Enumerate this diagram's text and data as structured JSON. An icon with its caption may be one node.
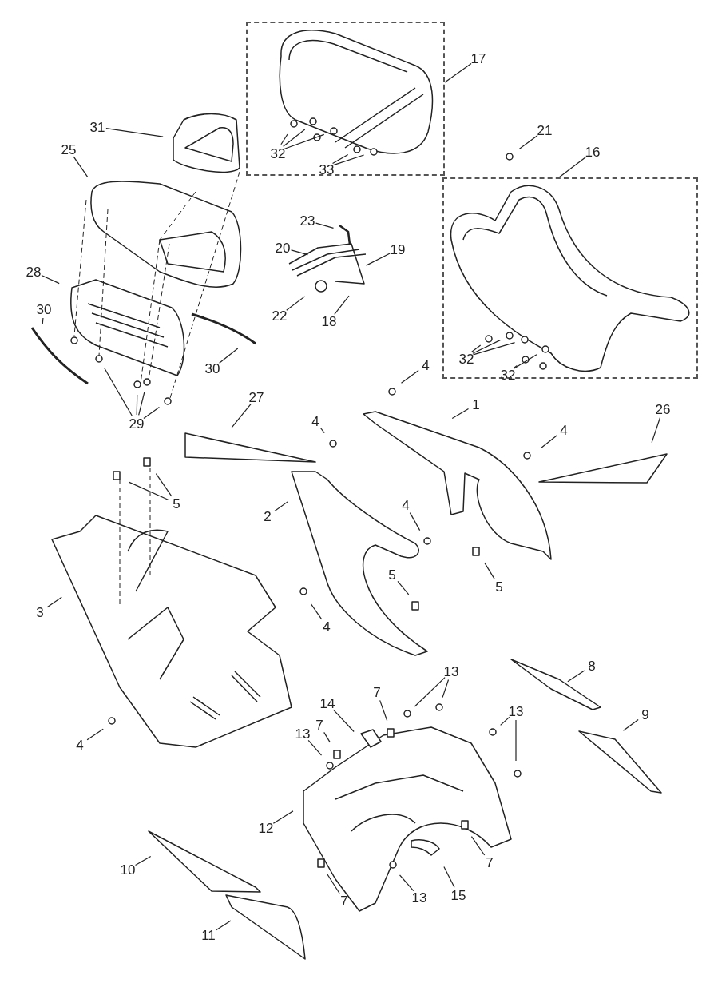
{
  "diagram": {
    "nodes": [
      {
        "text": [],
        "shape": "box"
      },
      {
        "text": [
          "17"
        ]
      },
      {
        "text": [
          "31"
        ]
      },
      {
        "text": [
          "32"
        ],
        "in": 0
      },
      {
        "text": [
          "33"
        ],
        "in": 0
      },
      {
        "text": [
          "21"
        ]
      },
      {
        "text": [
          "25"
        ]
      },
      {
        "text": [
          "16"
        ]
      },
      {
        "text": [],
        "shape": "box"
      },
      {
        "text": [
          "23"
        ]
      },
      {
        "text": [
          "20"
        ]
      },
      {
        "text": [
          "19"
        ]
      },
      {
        "text": [
          "28"
        ]
      },
      {
        "text": [
          "22"
        ]
      },
      {
        "text": [
          "18"
        ]
      },
      {
        "text": [
          "30"
        ]
      },
      {
        "text": [
          "32"
        ],
        "in": 8
      },
      {
        "text": [
          "32"
        ],
        "in": 8
      },
      {
        "text": [
          "30"
        ]
      },
      {
        "text": [
          "4"
        ]
      },
      {
        "text": [
          "29"
        ]
      },
      {
        "text": [
          "27"
        ]
      },
      {
        "text": [
          "1"
        ]
      },
      {
        "text": [
          "26"
        ]
      },
      {
        "text": [
          "4"
        ]
      },
      {
        "text": [
          "4"
        ]
      },
      {
        "text": [
          "5"
        ]
      },
      {
        "text": [
          "2"
        ]
      },
      {
        "text": [
          "4"
        ]
      },
      {
        "text": [
          "3"
        ]
      },
      {
        "text": [
          "5"
        ]
      },
      {
        "text": [
          "5"
        ]
      },
      {
        "text": [
          "4"
        ]
      },
      {
        "text": [
          "13"
        ]
      },
      {
        "text": [
          "8"
        ]
      },
      {
        "text": [
          "7"
        ]
      },
      {
        "text": [
          "14"
        ]
      },
      {
        "text": [
          "9"
        ]
      },
      {
        "text": [
          "13"
        ]
      },
      {
        "text": [
          "13"
        ]
      },
      {
        "text": [
          "7"
        ]
      },
      {
        "text": [
          "4"
        ]
      },
      {
        "text": [
          "12"
        ]
      },
      {
        "text": [
          "7"
        ]
      },
      {
        "text": [
          "10"
        ]
      },
      {
        "text": [
          "13"
        ]
      },
      {
        "text": [
          "15"
        ]
      },
      {
        "text": [
          "7"
        ]
      },
      {
        "text": [
          "11"
        ]
      }
    ],
    "edges": [
      {
        "from": 1,
        "to": 0,
        "arrow": "none"
      },
      {
        "from": 2,
        "to": null,
        "arrow": "none"
      },
      {
        "from": 3,
        "to": null,
        "arrow": "none"
      },
      {
        "from": 3,
        "to": null,
        "arrow": "none"
      },
      {
        "from": 3,
        "to": null,
        "arrow": "none"
      },
      {
        "from": 4,
        "to": null,
        "arrow": "none"
      },
      {
        "from": 4,
        "to": null,
        "arrow": "none"
      },
      {
        "from": 5,
        "to": null,
        "arrow": "none"
      },
      {
        "from": 6,
        "to": null,
        "arrow": "none"
      },
      {
        "from": 7,
        "to": 8,
        "arrow": "none"
      },
      {
        "from": 9,
        "to": null,
        "arrow": "none"
      },
      {
        "from": 10,
        "to": null,
        "arrow": "none"
      },
      {
        "from": 11,
        "to": null,
        "arrow": "none"
      },
      {
        "from": 12,
        "to": null,
        "arrow": "none"
      },
      {
        "from": 13,
        "to": null,
        "arrow": "none"
      },
      {
        "from": 14,
        "to": null,
        "arrow": "none"
      },
      {
        "from": 15,
        "to": null,
        "arrow": "none"
      },
      {
        "from": 16,
        "to": null,
        "arrow": "none"
      },
      {
        "from": 16,
        "to": null,
        "arrow": "none"
      },
      {
        "from": 16,
        "to": null,
        "arrow": "none"
      },
      {
        "from": 17,
        "to": null,
        "arrow": "none"
      },
      {
        "from": 17,
        "to": null,
        "arrow": "none"
      },
      {
        "from": 18,
        "to": null,
        "arrow": "none"
      },
      {
        "from": 19,
        "to": null,
        "arrow": "none"
      },
      {
        "from": 20,
        "to": null,
        "arrow": "none"
      },
      {
        "from": 20,
        "to": null,
        "arrow": "none"
      },
      {
        "from": 20,
        "to": null,
        "arrow": "none"
      },
      {
        "from": 20,
        "to": null,
        "arrow": "none"
      },
      {
        "from": 21,
        "to": null,
        "arrow": "none"
      },
      {
        "from": 22,
        "to": null,
        "arrow": "none"
      },
      {
        "from": 23,
        "to": null,
        "arrow": "none"
      },
      {
        "from": 24,
        "to": null,
        "arrow": "none"
      },
      {
        "from": 25,
        "to": null,
        "arrow": "none"
      },
      {
        "from": 26,
        "to": null,
        "arrow": "none"
      },
      {
        "from": 26,
        "to": null,
        "arrow": "none"
      },
      {
        "from": 27,
        "to": null,
        "arrow": "none"
      },
      {
        "from": 28,
        "to": null,
        "arrow": "none"
      },
      {
        "from": 29,
        "to": null,
        "arrow": "none"
      },
      {
        "from": 30,
        "to": null,
        "arrow": "none"
      },
      {
        "from": 31,
        "to": null,
        "arrow": "none"
      },
      {
        "from": 32,
        "to": null,
        "arrow": "none"
      },
      {
        "from": 33,
        "to": null,
        "arrow": "none"
      },
      {
        "from": 33,
        "to": null,
        "arrow": "none"
      },
      {
        "from": 34,
        "to": null,
        "arrow": "none"
      },
      {
        "from": 35,
        "to": null,
        "arrow": "none"
      },
      {
        "from": 36,
        "to": null,
        "arrow": "none"
      },
      {
        "from": 37,
        "to": null,
        "arrow": "none"
      },
      {
        "from": 38,
        "to": null,
        "arrow": "none"
      },
      {
        "from": 38,
        "to": null,
        "arrow": "none"
      },
      {
        "from": 39,
        "to": null,
        "arrow": "none"
      },
      {
        "from": 40,
        "to": null,
        "arrow": "none"
      },
      {
        "from": 41,
        "to": null,
        "arrow": "none"
      },
      {
        "from": 42,
        "to": null,
        "arrow": "none"
      },
      {
        "from": 43,
        "to": null,
        "arrow": "none"
      },
      {
        "from": 44,
        "to": null,
        "arrow": "none"
      },
      {
        "from": 45,
        "to": null,
        "arrow": "none"
      },
      {
        "from": 46,
        "to": null,
        "arrow": "none"
      },
      {
        "from": 47,
        "to": null,
        "arrow": "none"
      },
      {
        "from": 48,
        "to": null,
        "arrow": "none"
      }
    ]
  }
}
